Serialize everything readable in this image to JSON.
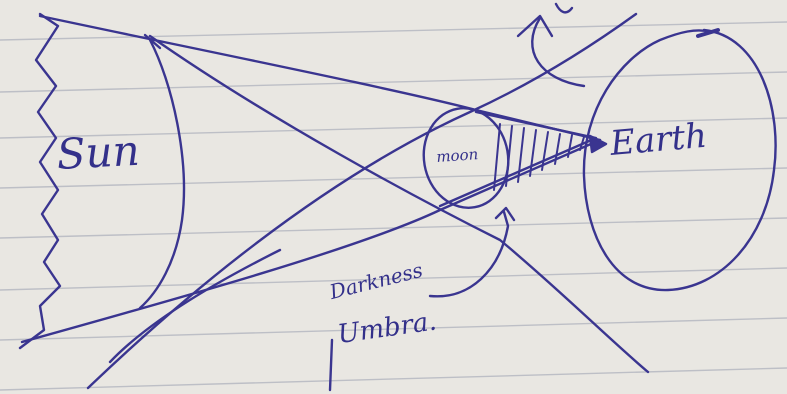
{
  "labels": {
    "sun": "Sun",
    "moon": "moon",
    "earth": "Earth",
    "darkness": "Darkness",
    "umbra": "Umbra."
  },
  "colors": {
    "paper": "#e9e7e2",
    "ruled_line": "#bdbfc6",
    "ink": "#3a3590"
  }
}
